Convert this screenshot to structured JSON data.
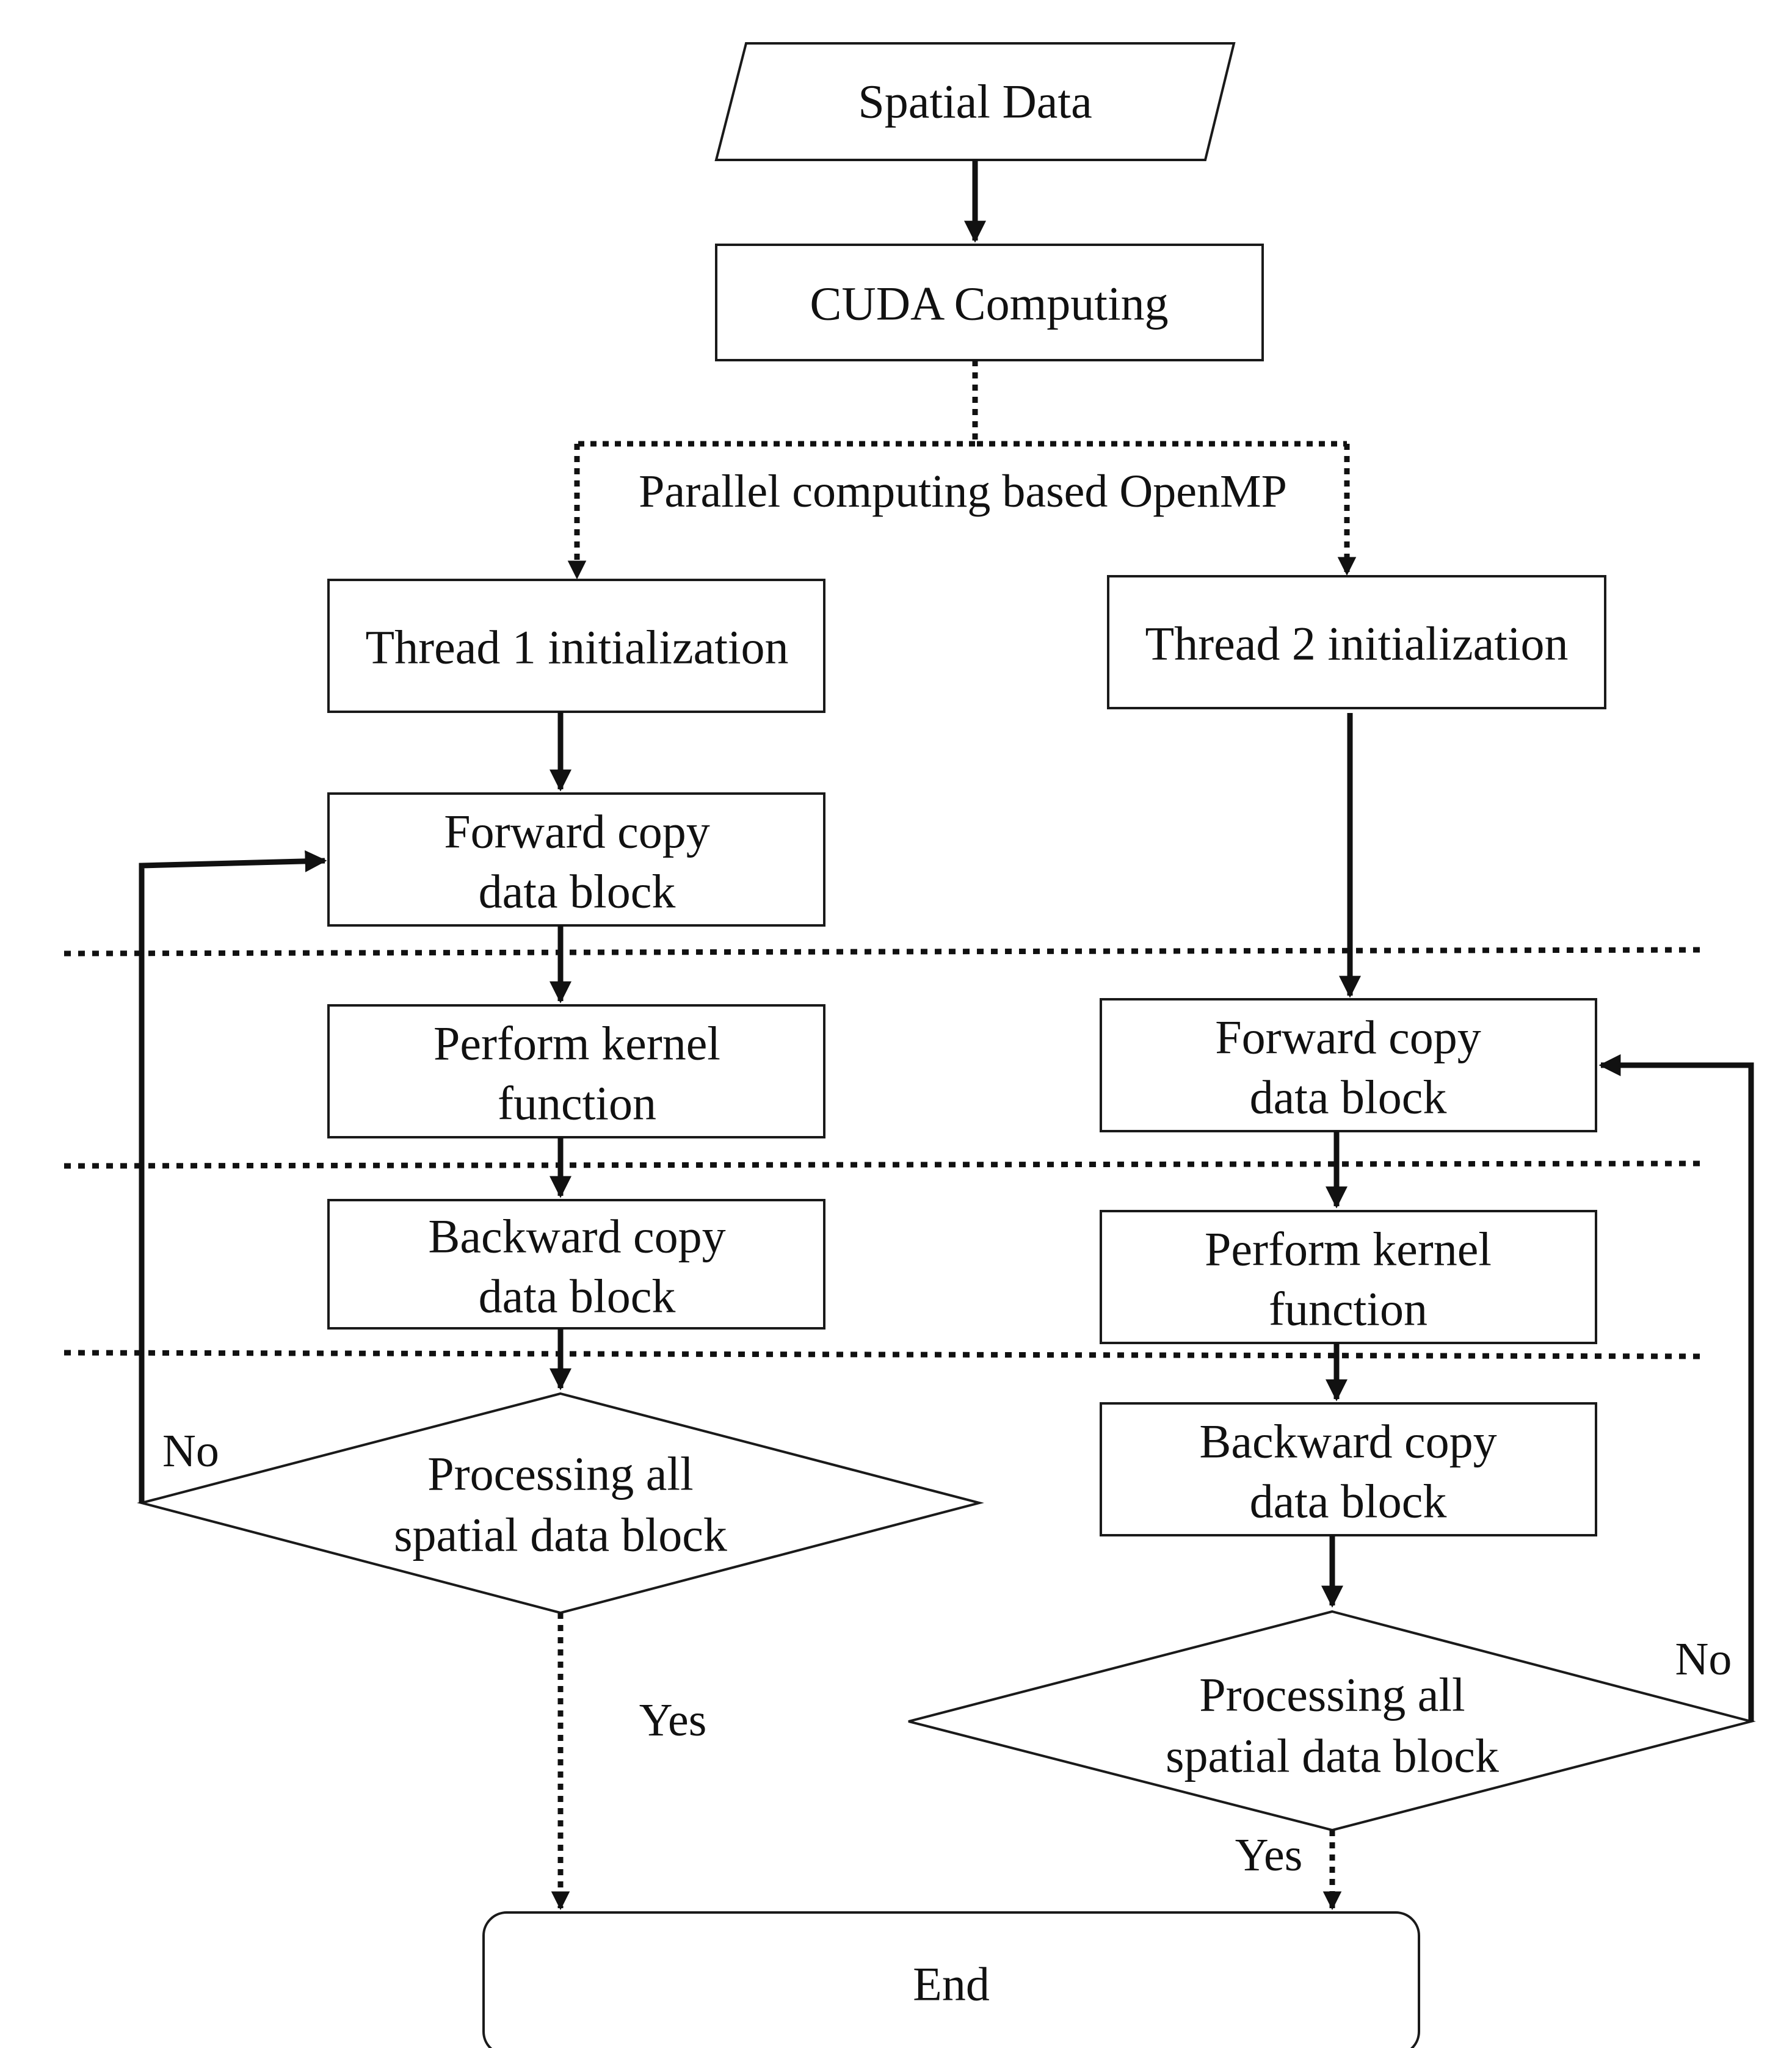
{
  "nodes": {
    "spatial_data": "Spatial Data",
    "cuda": "CUDA Computing",
    "t1_init": "Thread 1 initialization",
    "t2_init": "Thread 2 initialization",
    "forward_copy": [
      "Forward copy",
      "data block"
    ],
    "perform_kernel": [
      "Perform kernel",
      "function"
    ],
    "backward_copy": [
      "Backward copy",
      "data block"
    ],
    "decision": [
      "Processing all",
      "spatial data block"
    ],
    "end": "End"
  },
  "edge_labels": {
    "parallel": "Parallel computing based OpenMP",
    "no": "No",
    "yes": "Yes"
  }
}
